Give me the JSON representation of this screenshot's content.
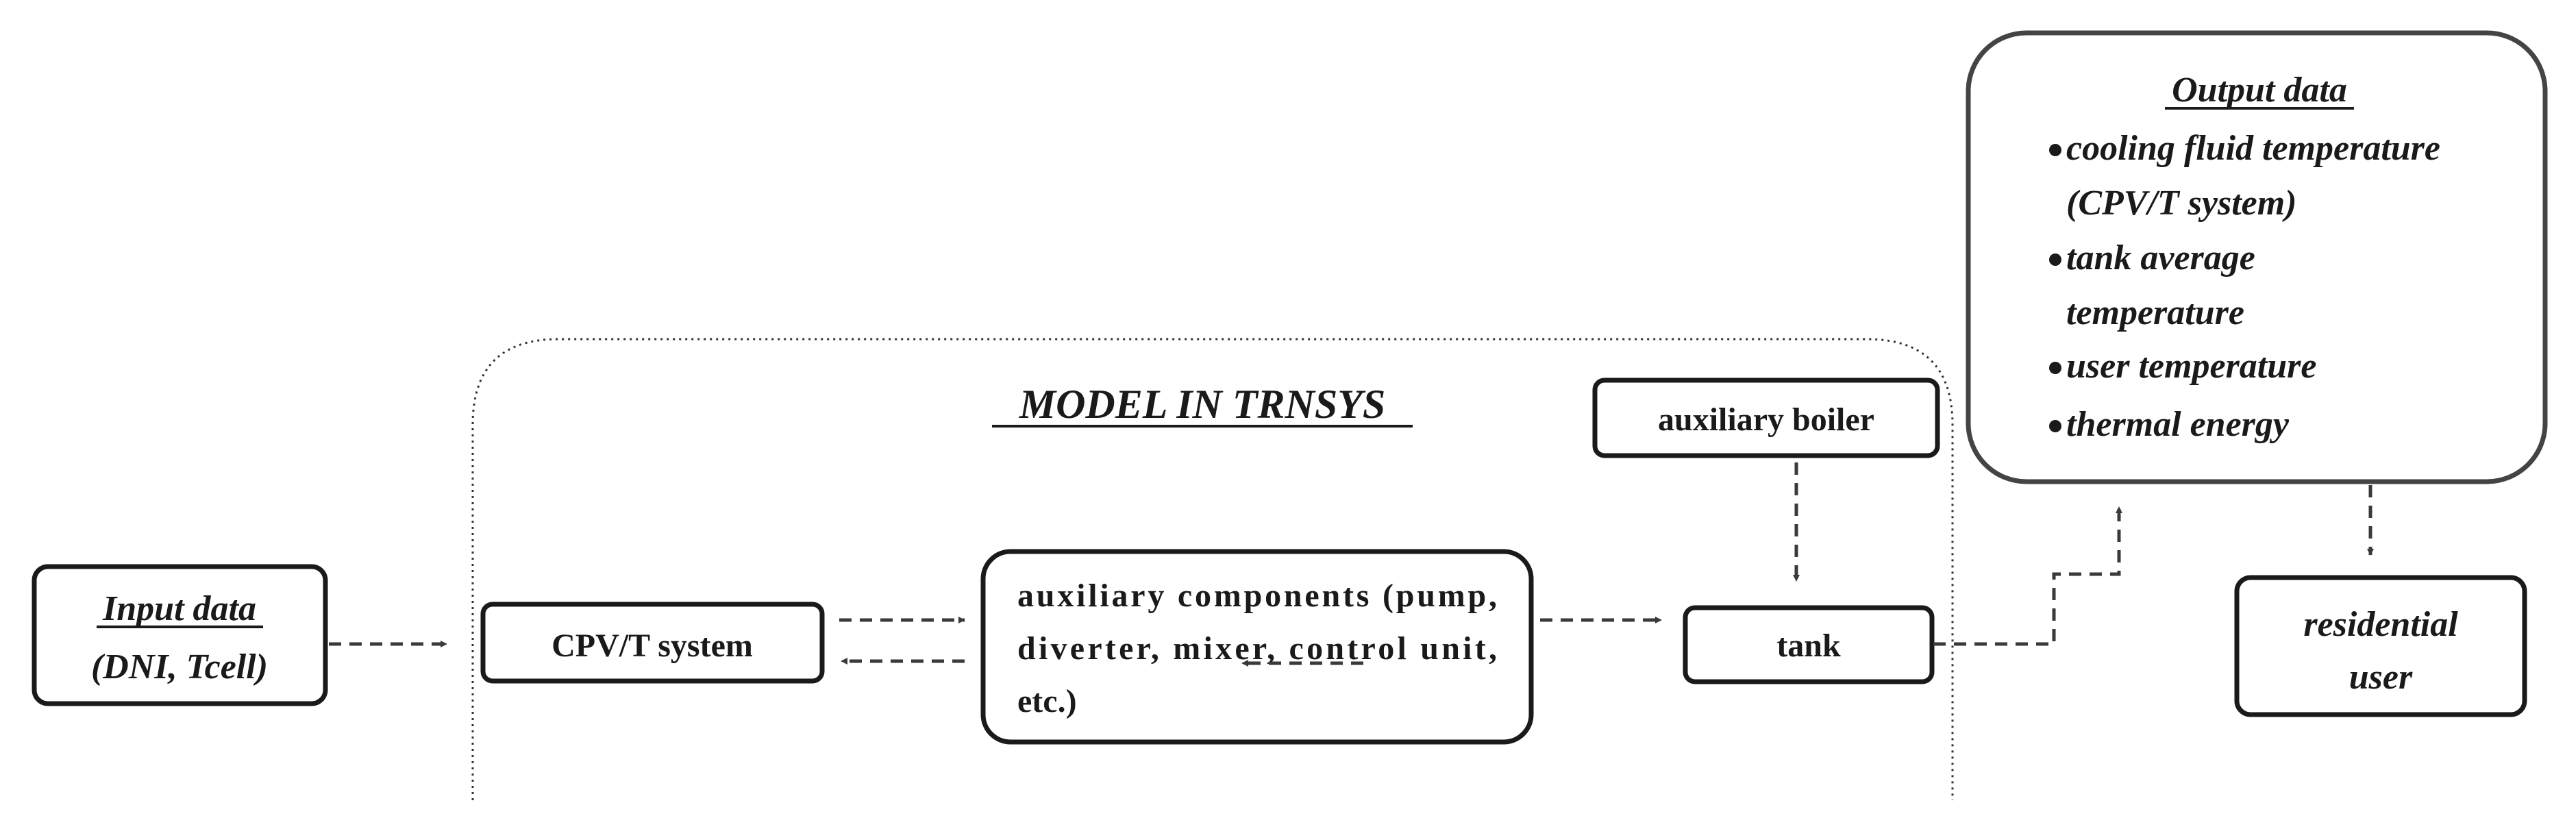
{
  "model": {
    "title": "MODEL IN TRNSYS"
  },
  "input": {
    "title": "Input data",
    "subtitle": "(DNI, Tcell)"
  },
  "cpvt": {
    "label": "CPV/T system"
  },
  "aux_components": {
    "line1": "auxiliary components (pump,",
    "line2": "diverter, mixer, control unit,",
    "line3": "etc.)"
  },
  "aux_boiler": {
    "label": "auxiliary boiler"
  },
  "tank": {
    "label": "tank"
  },
  "output": {
    "title": "Output data",
    "bullet_lines": [
      "cooling fluid temperature",
      "(CPV/T system)",
      "tank average",
      "temperature",
      "user temperature",
      "thermal energy"
    ]
  },
  "user": {
    "line1": "residential",
    "line2": "user"
  }
}
